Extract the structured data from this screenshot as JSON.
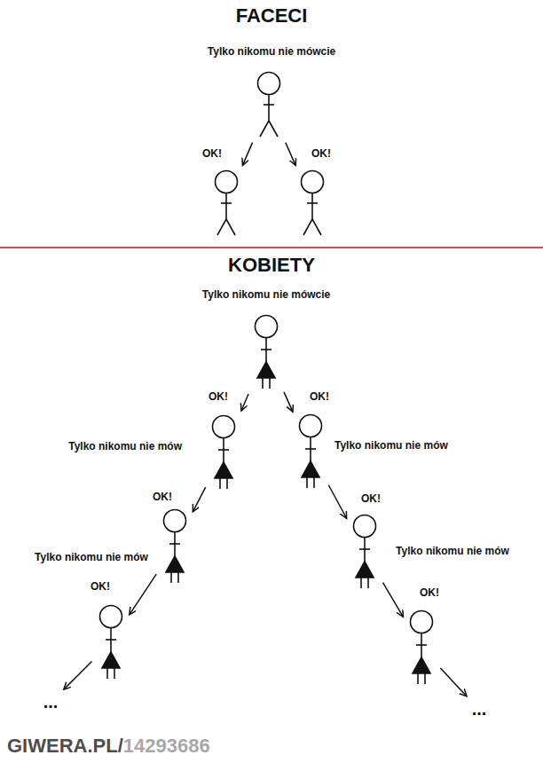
{
  "diagram": {
    "nodes": [
      {
        "text": [
          "Tylko nikomu nie mówcie"
        ]
      },
      {
        "text": [
          "OK!"
        ]
      },
      {
        "text": [
          "OK!"
        ]
      },
      {
        "text": [
          "Tylko nikomu nie mówcie"
        ]
      },
      {
        "text": [
          "OK!",
          "Tylko nikomu nie mów"
        ]
      },
      {
        "text": [
          "OK!",
          "Tylko nikomu nie mów"
        ]
      },
      {
        "text": [
          "OK!",
          "Tylko nikomu nie mów"
        ]
      },
      {
        "text": [
          "OK!",
          "Tylko nikomu nie mów"
        ]
      },
      {
        "text": [
          "OK!"
        ]
      },
      {
        "text": [
          "OK!"
        ]
      },
      {
        "text": [
          "..."
        ]
      },
      {
        "text": [
          "..."
        ]
      }
    ],
    "edges": [
      {
        "from": 0,
        "to": 1,
        "arrow": "to"
      },
      {
        "from": 0,
        "to": 2,
        "arrow": "to"
      },
      {
        "from": 3,
        "to": 4,
        "arrow": "to"
      },
      {
        "from": 3,
        "to": 5,
        "arrow": "to"
      },
      {
        "from": 4,
        "to": 6,
        "arrow": "to"
      },
      {
        "from": 5,
        "to": 7,
        "arrow": "to"
      },
      {
        "from": 6,
        "to": 8,
        "arrow": "to"
      },
      {
        "from": 7,
        "to": 9,
        "arrow": "to"
      },
      {
        "from": 8,
        "to": 10,
        "arrow": "to"
      },
      {
        "from": 9,
        "to": 11,
        "arrow": "to"
      }
    ],
    "labels": [
      "FACECI",
      "KOBIETY",
      "GIWERA.PL/",
      "14293686"
    ]
  }
}
